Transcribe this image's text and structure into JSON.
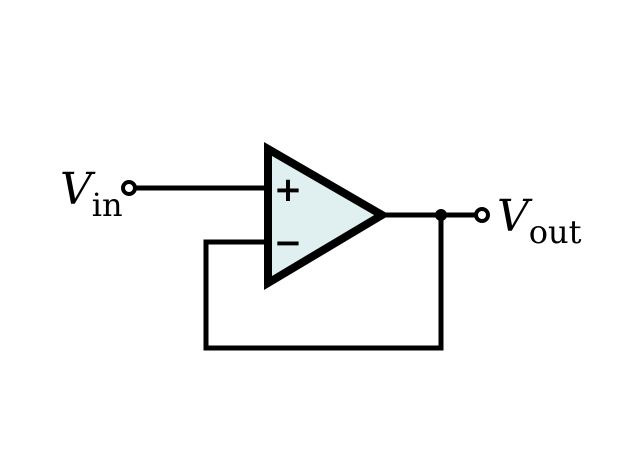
{
  "diagram": {
    "input_label": {
      "main": "V",
      "sub": "in"
    },
    "output_label": {
      "main": "V",
      "sub": "out"
    },
    "noninverting_symbol": "+",
    "inverting_symbol": "−",
    "colors": {
      "stroke": "#000000",
      "amplifier_fill": "#e0f0f0",
      "background": "#ffffff"
    }
  }
}
